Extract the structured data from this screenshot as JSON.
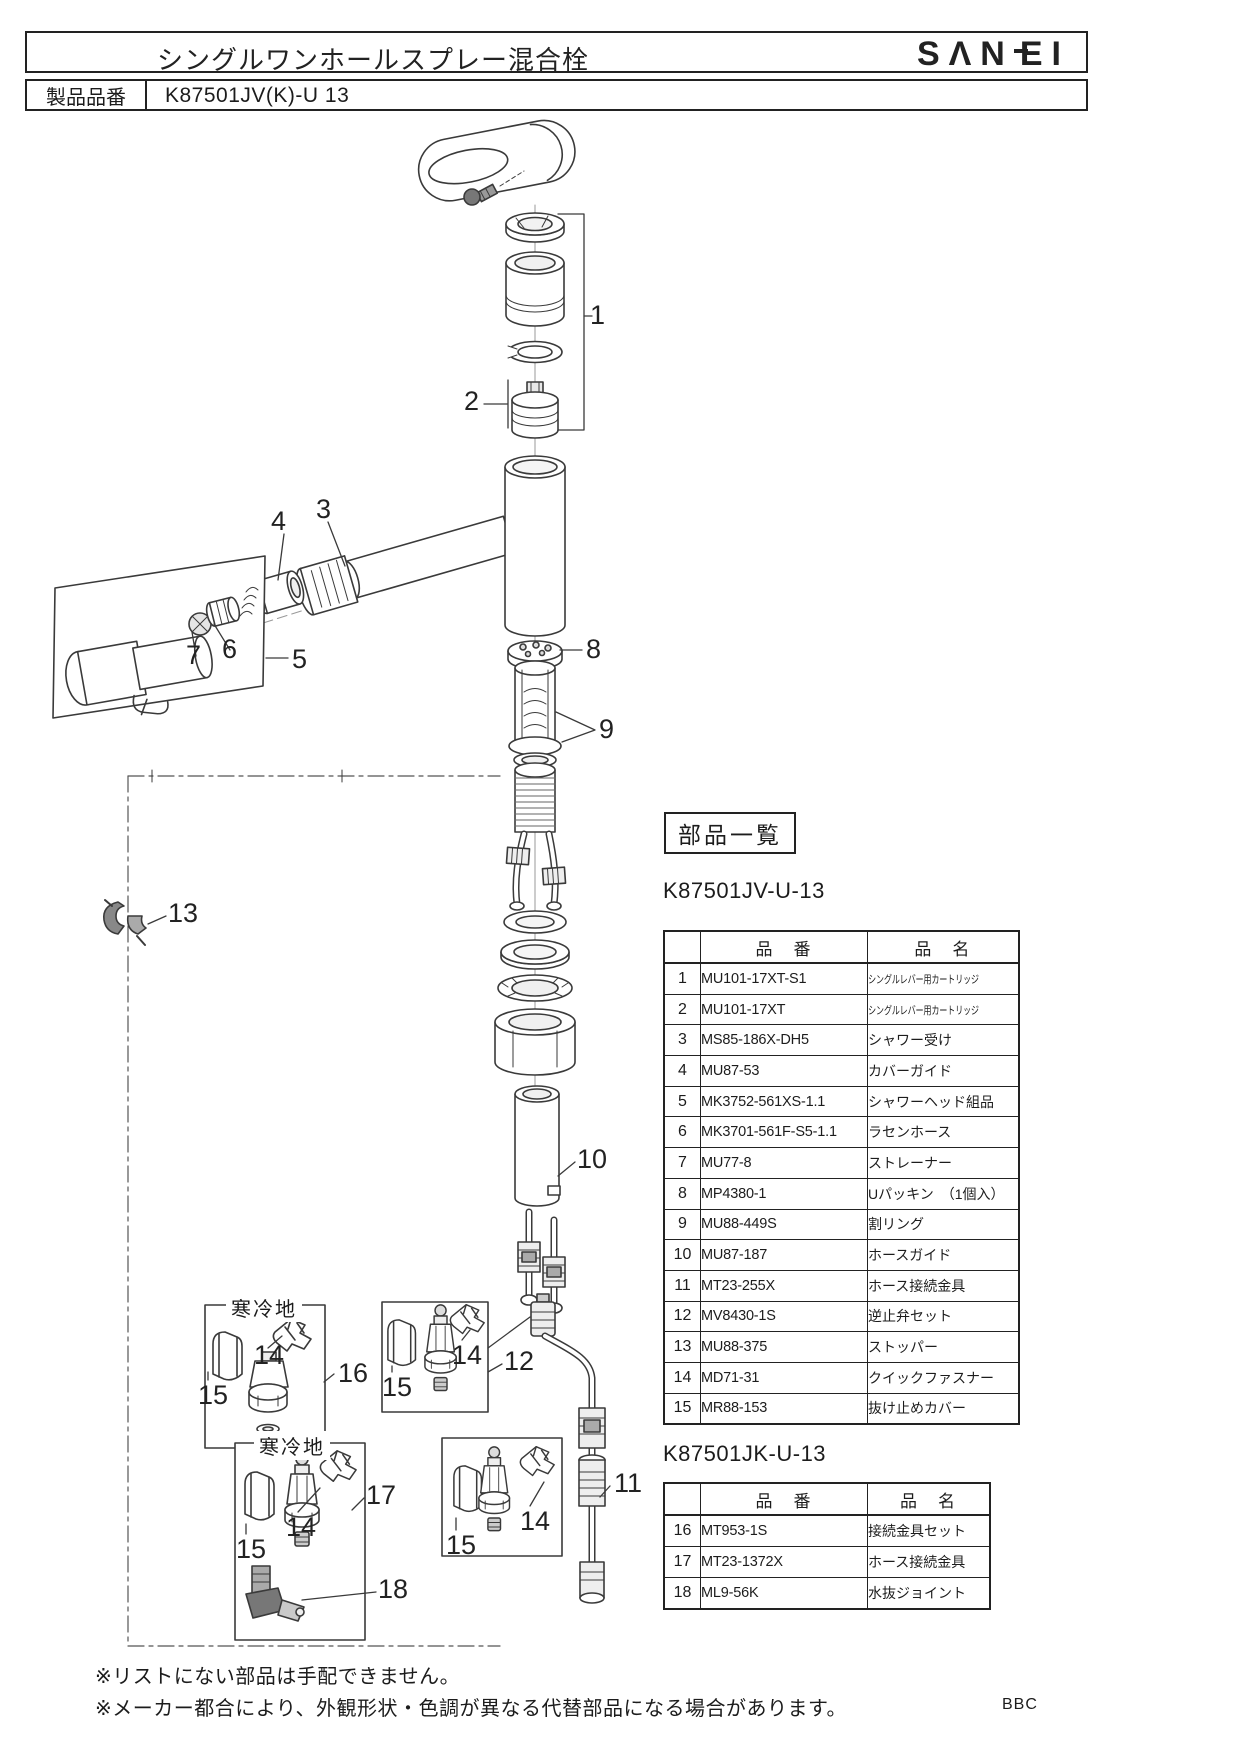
{
  "header": {
    "title": "シングルワンホールスプレー混合栓",
    "logo_part1": "SΛN",
    "logo_part2": "E",
    "logo_part3": "I",
    "product_label": "製品品番",
    "product_code": "K87501JV(K)-U 13"
  },
  "parts_list": {
    "heading": "部品一覧",
    "columns": {
      "code": "品　番",
      "name": "品　名"
    },
    "tables": [
      {
        "model": "K87501JV-U-13",
        "rows": [
          {
            "no": "1",
            "code": "MU101-17XT-S1",
            "name": "シングルレバー用カートリッジ"
          },
          {
            "no": "2",
            "code": "MU101-17XT",
            "name": "シングルレバー用カートリッジ"
          },
          {
            "no": "3",
            "code": "MS85-186X-DH5",
            "name": "シャワー受け"
          },
          {
            "no": "4",
            "code": "MU87-53",
            "name": "カバーガイド"
          },
          {
            "no": "5",
            "code": "MK3752-561XS-1.1",
            "name": "シャワーヘッド組品"
          },
          {
            "no": "6",
            "code": "MK3701-561F-S5-1.1",
            "name": "ラセンホース"
          },
          {
            "no": "7",
            "code": "MU77-8",
            "name": "ストレーナー"
          },
          {
            "no": "8",
            "code": "MP4380-1",
            "name": "Uパッキン　（1個入）"
          },
          {
            "no": "9",
            "code": "MU88-449S",
            "name": "割リング"
          },
          {
            "no": "10",
            "code": "MU87-187",
            "name": "ホースガイド"
          },
          {
            "no": "11",
            "code": "MT23-255X",
            "name": "ホース接続金具"
          },
          {
            "no": "12",
            "code": "MV8430-1S",
            "name": "逆止弁セット"
          },
          {
            "no": "13",
            "code": "MU88-375",
            "name": "ストッパー"
          },
          {
            "no": "14",
            "code": "MD71-31",
            "name": "クイックファスナー"
          },
          {
            "no": "15",
            "code": "MR88-153",
            "name": "抜け止めカバー"
          }
        ]
      },
      {
        "model": "K87501JK-U-13",
        "rows": [
          {
            "no": "16",
            "code": "MT953-1S",
            "name": "接続金具セット"
          },
          {
            "no": "17",
            "code": "MT23-1372X",
            "name": "ホース接続金具"
          },
          {
            "no": "18",
            "code": "ML9-56K",
            "name": "水抜ジョイント"
          }
        ]
      }
    ]
  },
  "diagram": {
    "labels": {
      "n1": "1",
      "n2": "2",
      "n3": "3",
      "n4": "4",
      "n5": "5",
      "n6": "6",
      "n7": "7",
      "n8": "8",
      "n9": "9",
      "n10": "10",
      "n11": "11",
      "n12": "12",
      "n13": "13",
      "n14": "14",
      "n15": "15",
      "n16": "16",
      "n17": "17",
      "n18": "18"
    },
    "cold_region_label": "寒冷地"
  },
  "footer": {
    "note1": "※リストにない部品は手配できません。",
    "note2": "※メーカー都合により、外観形状・色調が異なる代替部品になる場合があります。",
    "doc_code": "BBC"
  }
}
